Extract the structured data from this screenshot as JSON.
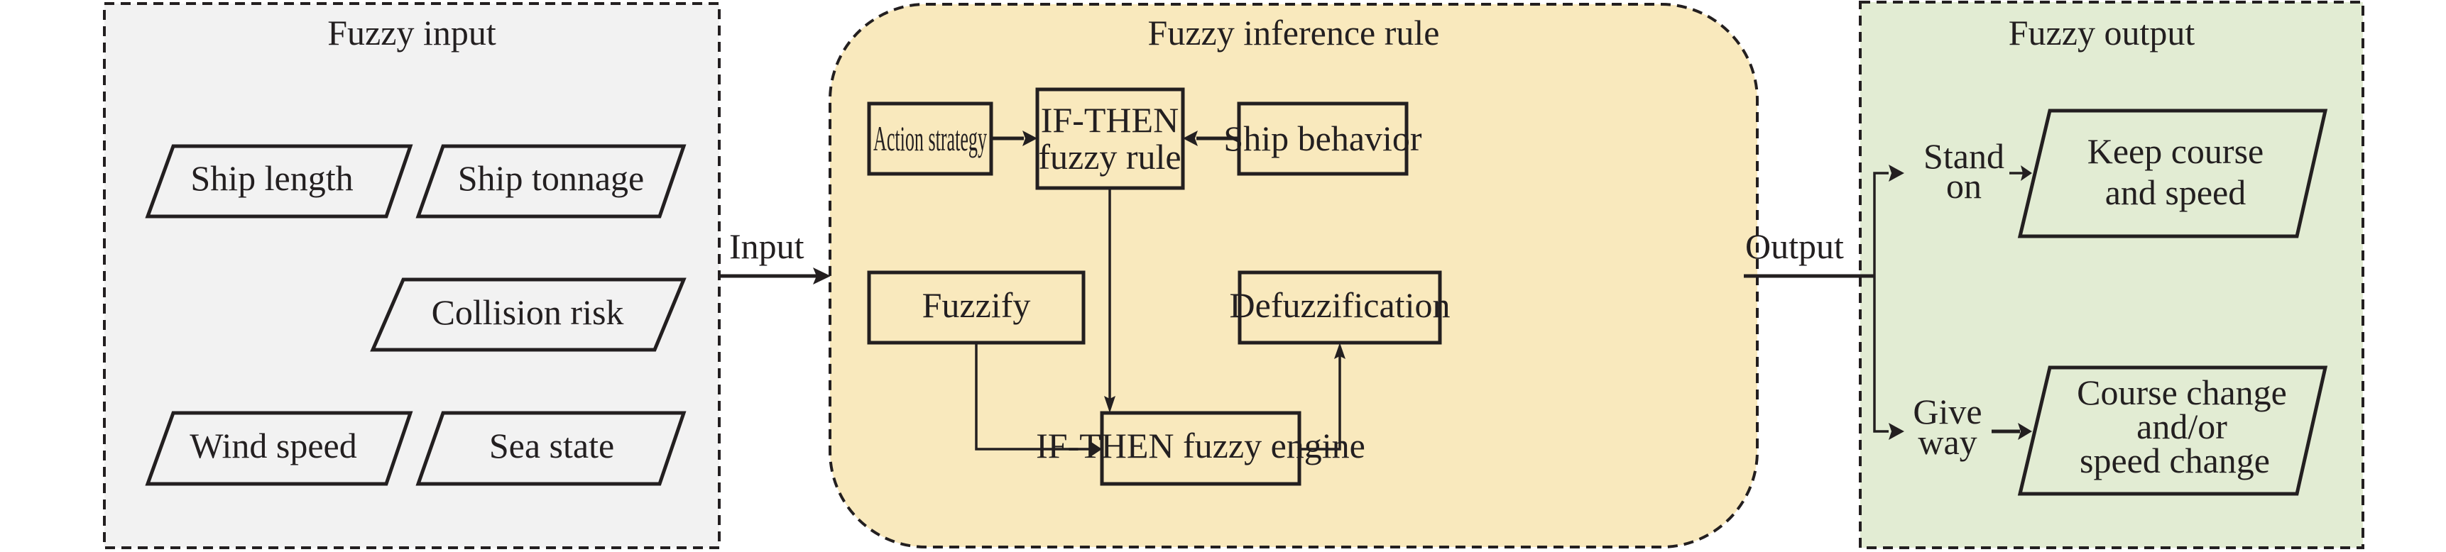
{
  "colors": {
    "input_panel_fill": "#f2f2f2",
    "inference_panel_fill": "#f9e9bd",
    "output_panel_fill": "#e2ecd3",
    "stroke": "#231f20"
  },
  "panels": {
    "input": {
      "title": "Fuzzy input",
      "items": [
        "Ship length",
        "Ship tonnage",
        "Collision risk",
        "Wind speed",
        "Sea state"
      ]
    },
    "inference": {
      "title": "Fuzzy inference rule",
      "nodes": {
        "action_strategy": "Action strategy",
        "rule_line1": "IF-THEN",
        "rule_line2": "fuzzy rule",
        "ship_behavior": "Ship behavior",
        "fuzzify": "Fuzzify",
        "defuzzification": "Defuzzification",
        "engine": "IF-THEN fuzzy engine"
      }
    },
    "output": {
      "title": "Fuzzy output",
      "branches": [
        {
          "label_lines": [
            "Stand",
            "on"
          ],
          "result_lines": [
            "Keep course",
            "and speed"
          ]
        },
        {
          "label_lines": [
            "Give",
            "way"
          ],
          "result_lines": [
            "Course change",
            "and/or",
            "speed change"
          ]
        }
      ]
    }
  },
  "connectors": {
    "input_label": "Input",
    "output_label": "Output"
  }
}
